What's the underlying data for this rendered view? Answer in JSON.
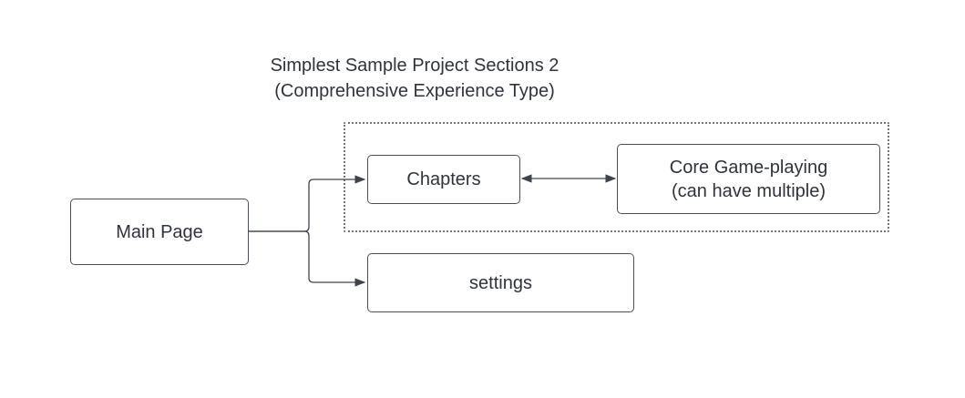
{
  "diagram": {
    "title_line1": "Simplest Sample Project Sections 2",
    "title_line2": "(Comprehensive Experience Type)",
    "nodes": {
      "main_page": "Main Page",
      "chapters": "Chapters",
      "core_line1": "Core Game-playing",
      "core_line2": "(can have multiple)",
      "settings": "settings"
    },
    "colors": {
      "line": "#3f444c",
      "border": "#4a4f57",
      "text": "#2f333a",
      "background": "#ffffff"
    }
  }
}
